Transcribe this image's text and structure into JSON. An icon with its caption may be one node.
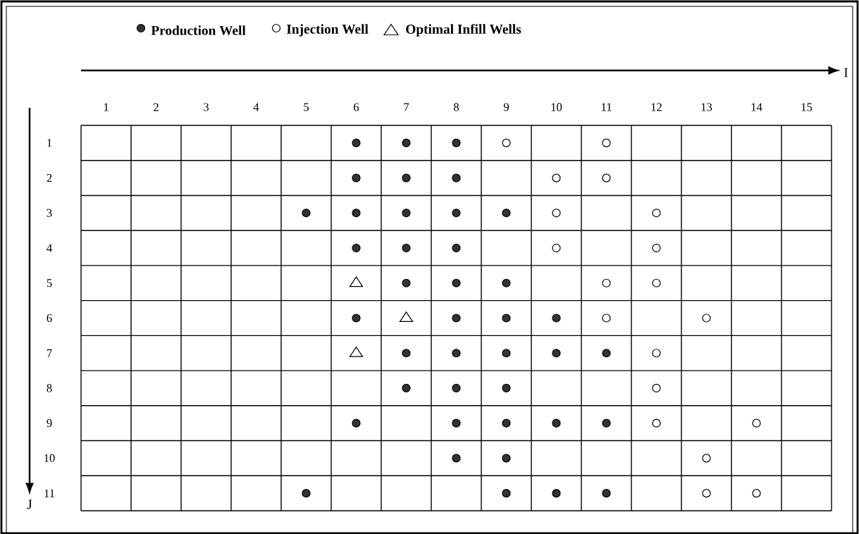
{
  "diagram": {
    "chart_data": {
      "type": "scatter",
      "legend": "top",
      "xlabel": "I",
      "ylabel": "J",
      "xlim": [
        0.5,
        15.5
      ],
      "ylim": [
        11.5,
        0.5
      ],
      "xticks": [
        1,
        2,
        3,
        4,
        5,
        6,
        7,
        8,
        9,
        10,
        11,
        12,
        13,
        14,
        15
      ],
      "yticks": [
        1,
        2,
        3,
        4,
        5,
        6,
        7,
        8,
        9,
        10,
        11
      ],
      "series": [
        {
          "name": "Production Well",
          "color": "#333333",
          "marker": "circle",
          "x": [
            6,
            7,
            8,
            6,
            7,
            8,
            5,
            6,
            7,
            8,
            9,
            6,
            7,
            8,
            7,
            8,
            9,
            6,
            8,
            9,
            10,
            7,
            8,
            9,
            10,
            11,
            7,
            8,
            9,
            6,
            8,
            9,
            10,
            11,
            8,
            9,
            5,
            9,
            10,
            11
          ],
          "values": [
            1,
            1,
            1,
            2,
            2,
            2,
            3,
            3,
            3,
            3,
            3,
            4,
            4,
            4,
            5,
            5,
            5,
            6,
            6,
            6,
            6,
            7,
            7,
            7,
            7,
            7,
            8,
            8,
            8,
            9,
            9,
            9,
            9,
            9,
            10,
            10,
            11,
            11,
            11,
            11
          ]
        },
        {
          "name": "Injection Well",
          "color": "#ffffff",
          "marker": "circle",
          "x": [
            9,
            11,
            10,
            11,
            10,
            12,
            10,
            12,
            11,
            12,
            11,
            13,
            12,
            12,
            12,
            14,
            13,
            13,
            14
          ],
          "values": [
            1,
            1,
            2,
            2,
            3,
            3,
            4,
            4,
            5,
            5,
            6,
            6,
            7,
            8,
            9,
            9,
            10,
            11,
            11
          ]
        },
        {
          "name": "Optimal Infill Wells",
          "color": "#ffffff",
          "marker": "triangle",
          "x": [
            6,
            7,
            6
          ],
          "values": [
            5,
            6,
            7
          ]
        }
      ]
    }
  }
}
